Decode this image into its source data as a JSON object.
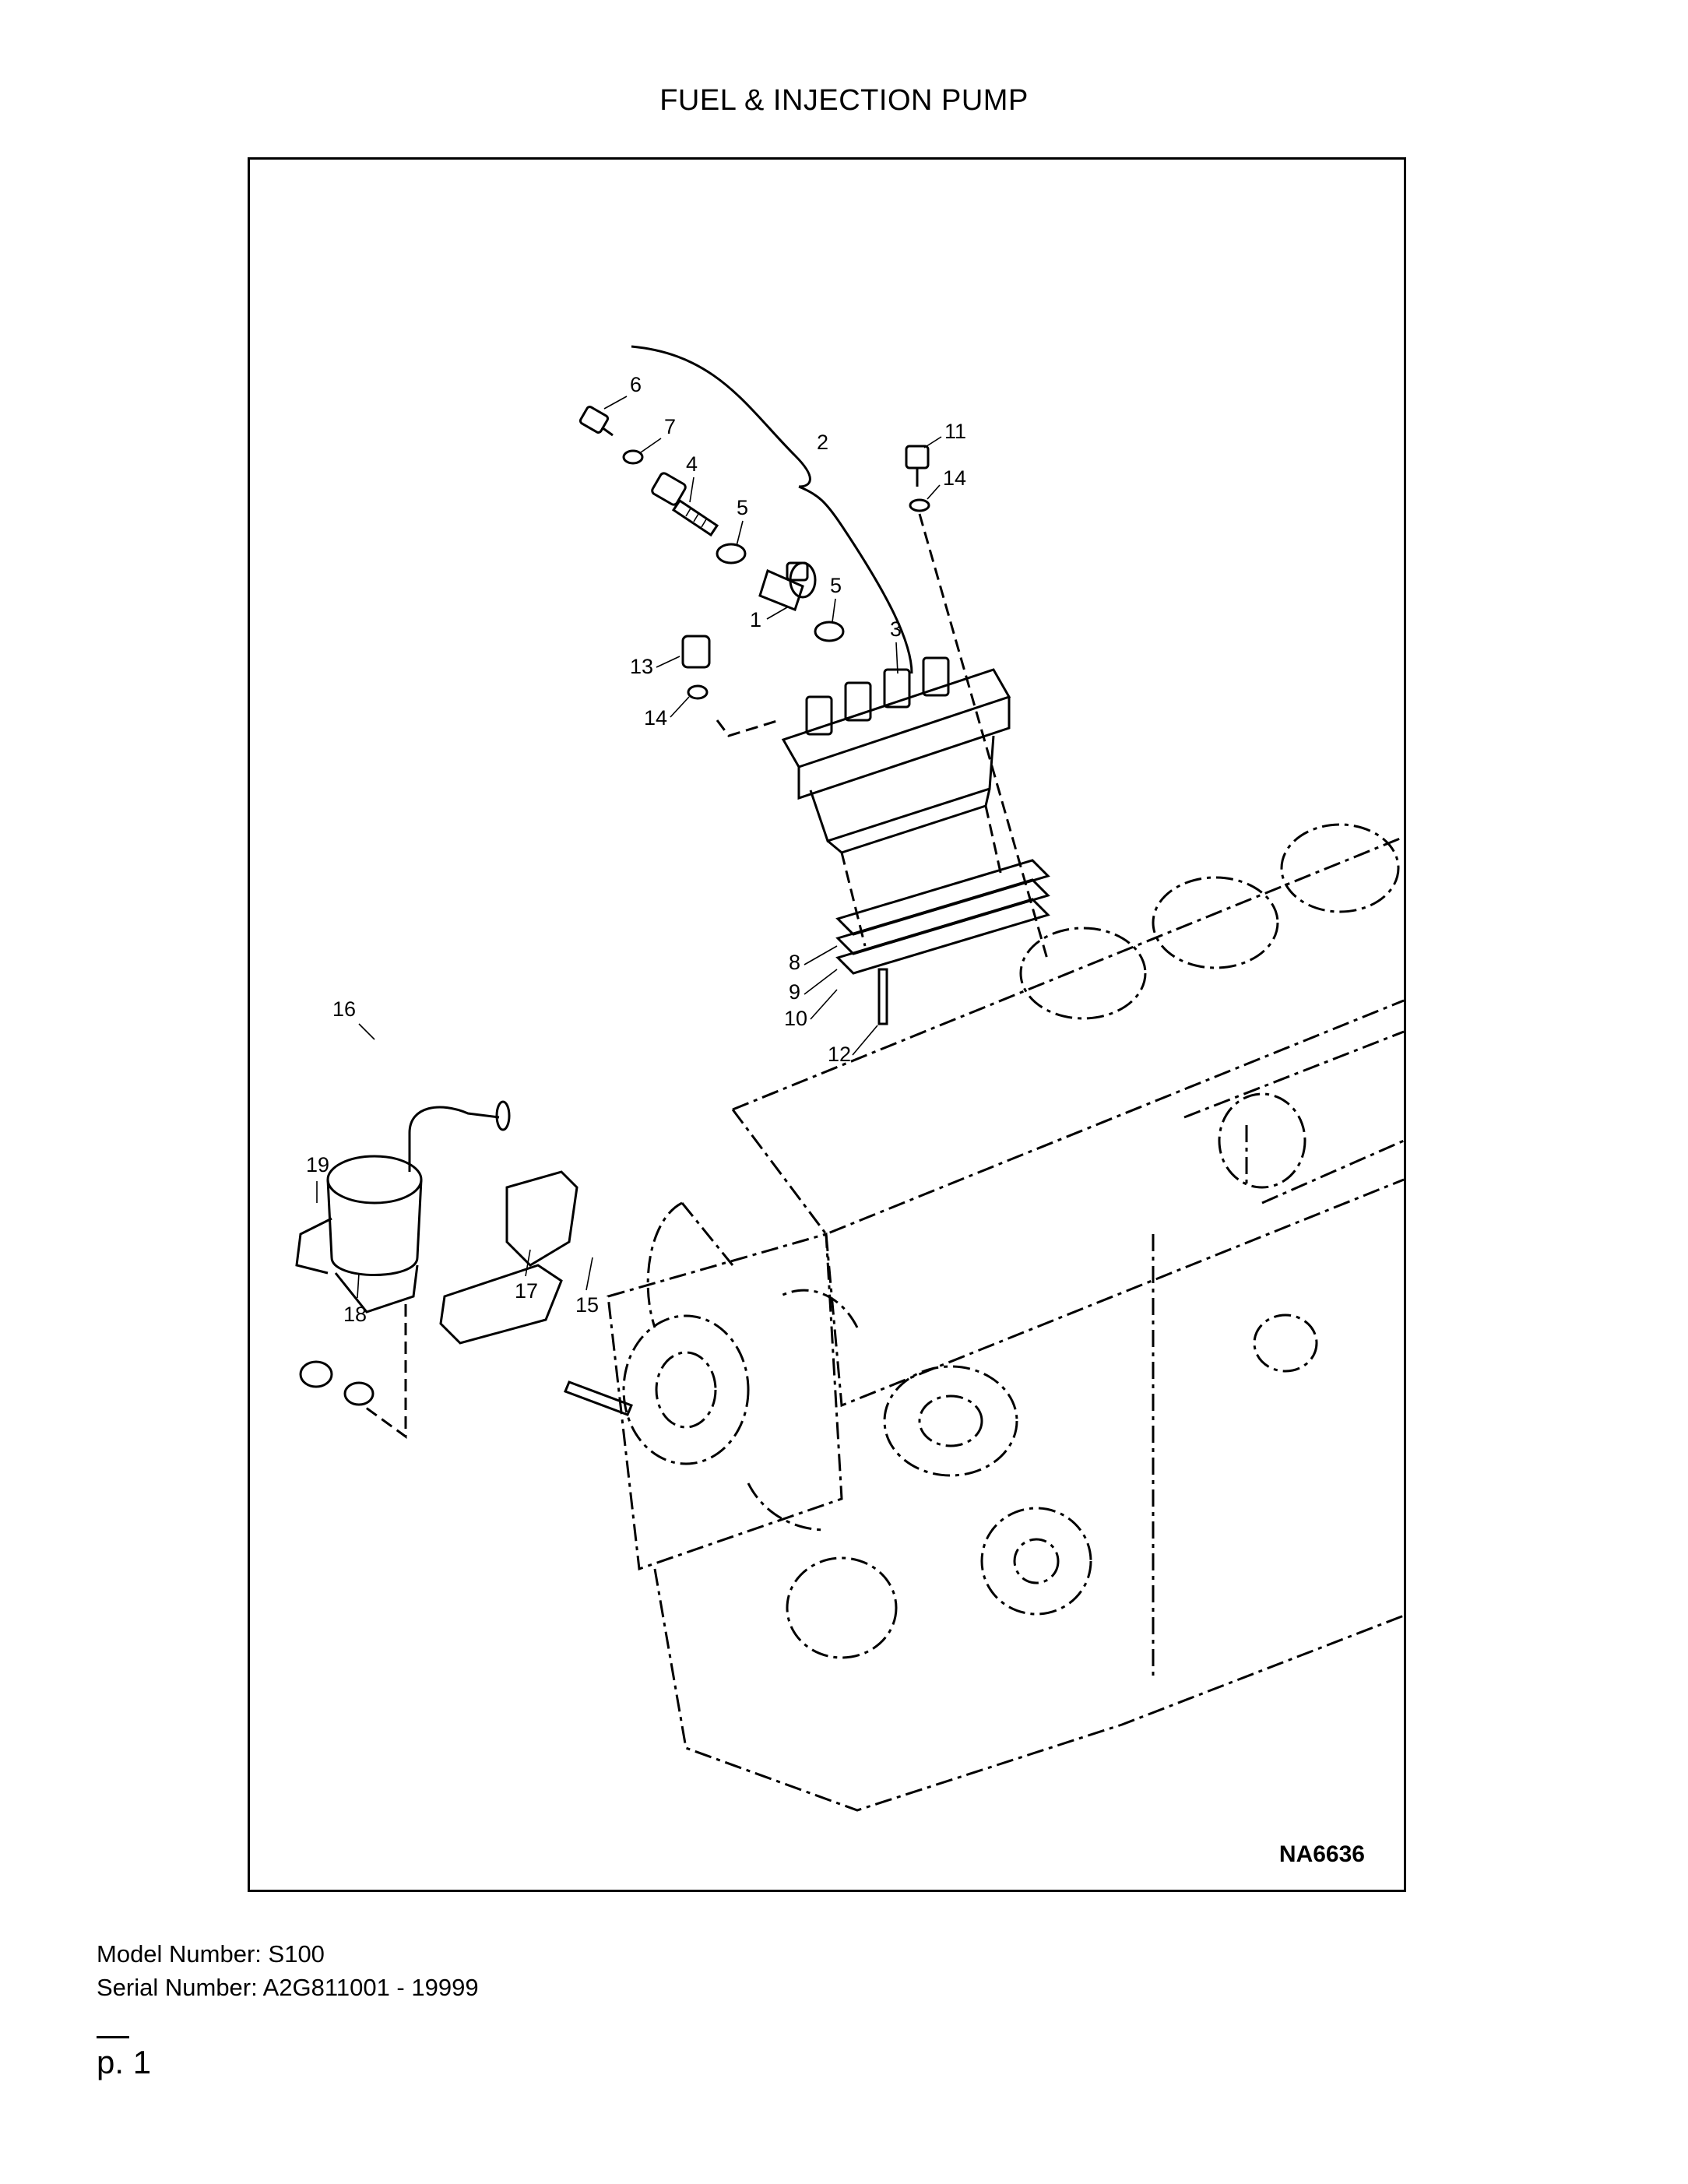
{
  "title": "FUEL & INJECTION PUMP",
  "figure_code": "NA6636",
  "callouts": [
    "1",
    "2",
    "3",
    "4",
    "5",
    "5",
    "6",
    "7",
    "8",
    "9",
    "10",
    "11",
    "12",
    "13",
    "14",
    "14",
    "15",
    "16",
    "17",
    "18",
    "19"
  ],
  "footer": {
    "model_line": "Model Number: S100",
    "serial_line": "Serial Number: A2G811001 - 19999"
  },
  "page_number": "p. 1"
}
